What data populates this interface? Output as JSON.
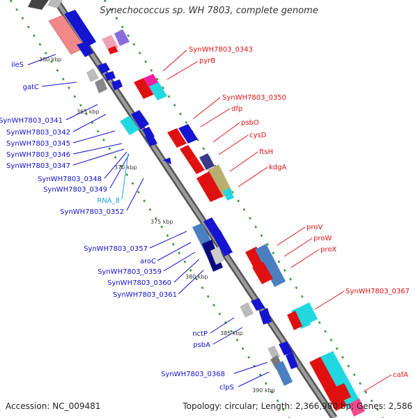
{
  "title": "Synechococcus sp. WH 7803, complete genome",
  "accession": "Accession: NC_009481",
  "topology": "Topology: circular; Length: 2,366,980 bp; Genes: 2,586",
  "kbp_labels": [
    "360 kbp",
    "365 kbp",
    "370 kbp",
    "375 kbp",
    "380 kbp",
    "385 kbp",
    "390 kbp"
  ],
  "left_labels": [
    {
      "text": "ileS",
      "color": "#1010cc"
    },
    {
      "text": "gatC",
      "color": "#1010cc"
    },
    {
      "text": "SynWH7803_0341",
      "color": "#1010cc"
    },
    {
      "text": "SynWH7803_0342",
      "color": "#1010cc"
    },
    {
      "text": "SynWH7803_0345",
      "color": "#1010cc"
    },
    {
      "text": "SynWH7803_0346",
      "color": "#1010cc"
    },
    {
      "text": "SynWH7803_0347",
      "color": "#1010cc"
    },
    {
      "text": "SynWH7803_0348",
      "color": "#1010cc"
    },
    {
      "text": "SynWH7803_0349",
      "color": "#1010cc"
    },
    {
      "text": "RNA_8",
      "color": "#1fa4d8"
    },
    {
      "text": "SynWH7803_0352",
      "color": "#1010cc"
    },
    {
      "text": "SynWH7803_0357",
      "color": "#1010cc"
    },
    {
      "text": "aroC",
      "color": "#1010cc"
    },
    {
      "text": "SynWH7803_0359",
      "color": "#1010cc"
    },
    {
      "text": "SynWH7803_0360",
      "color": "#1010cc"
    },
    {
      "text": "SynWH7803_0361",
      "color": "#1010cc"
    },
    {
      "text": "nctP",
      "color": "#1010cc"
    },
    {
      "text": "psbA",
      "color": "#1010cc"
    },
    {
      "text": "SynWH7803_0368",
      "color": "#1010cc"
    },
    {
      "text": "clpS",
      "color": "#1010cc"
    }
  ],
  "right_labels": [
    {
      "text": "SynWH7803_0343",
      "color": "#dd1111"
    },
    {
      "text": "pyrB",
      "color": "#dd1111"
    },
    {
      "text": "SynWH7803_0350",
      "color": "#dd1111"
    },
    {
      "text": "dfp",
      "color": "#dd1111"
    },
    {
      "text": "psbO",
      "color": "#dd1111"
    },
    {
      "text": "cysD",
      "color": "#dd1111"
    },
    {
      "text": "ftsH",
      "color": "#dd1111"
    },
    {
      "text": "kdgA",
      "color": "#dd1111"
    },
    {
      "text": "proV",
      "color": "#dd1111"
    },
    {
      "text": "proW",
      "color": "#dd1111"
    },
    {
      "text": "proX",
      "color": "#dd1111"
    },
    {
      "text": "SynWH7803_0367",
      "color": "#dd1111"
    },
    {
      "text": "cafA",
      "color": "#dd1111"
    }
  ]
}
